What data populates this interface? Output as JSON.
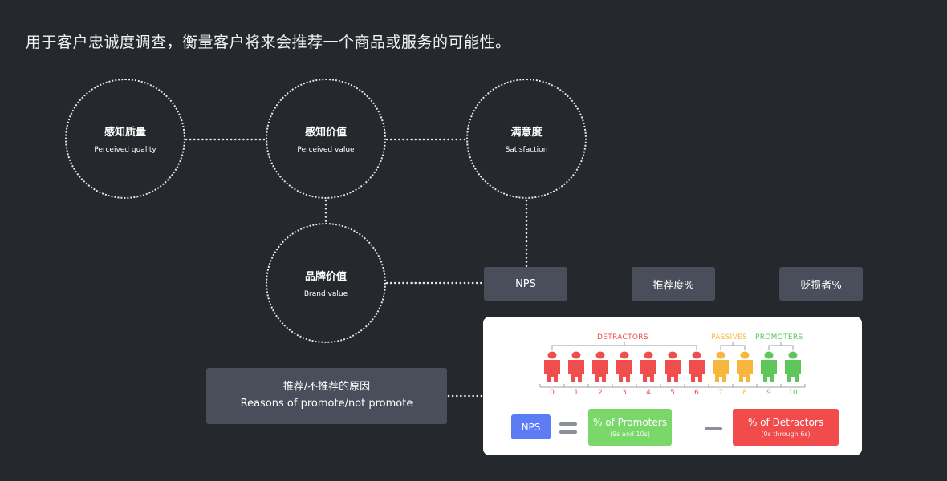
{
  "headline": "用于客户忠诚度调查，衡量客户将来会推荐一个商品或服务的可能性。",
  "circles": {
    "perceived_quality": {
      "cn": "感知质量",
      "en": "Perceived quality"
    },
    "perceived_value": {
      "cn": "感知价值",
      "en": "Perceived value"
    },
    "satisfaction": {
      "cn": "满意度",
      "en": "Satisfaction"
    },
    "brand_value": {
      "cn": "品牌价值",
      "en": "Brand value"
    }
  },
  "boxes": {
    "nps": "NPS",
    "promote_pct": "推荐度%",
    "detract_pct": "贬损者%"
  },
  "reasons": {
    "cn": "推荐/不推荐的原因",
    "en": "Reasons of promote/not promote"
  },
  "scale": {
    "groups": {
      "detractors": "DETRACTORS",
      "passives": "PASSIVES",
      "promoters": "PROMOTERS"
    },
    "ticks": [
      "0",
      "1",
      "2",
      "3",
      "4",
      "5",
      "6",
      "7",
      "8",
      "9",
      "10"
    ],
    "colors": {
      "detractor": "#f04d4d",
      "passive": "#f6b73c",
      "promoter": "#5ec65a"
    }
  },
  "formula": {
    "nps": "NPS",
    "promoters": "% of Promoters",
    "promoters_sub": "(9s and 10s)",
    "detractors": "% of Detractors",
    "detractors_sub": "(0s through 6s)",
    "colors": {
      "nps": "#5b7cf5",
      "promoters": "#7ad86a",
      "detractors": "#f24b4b",
      "operator": "#8a8f99"
    }
  }
}
